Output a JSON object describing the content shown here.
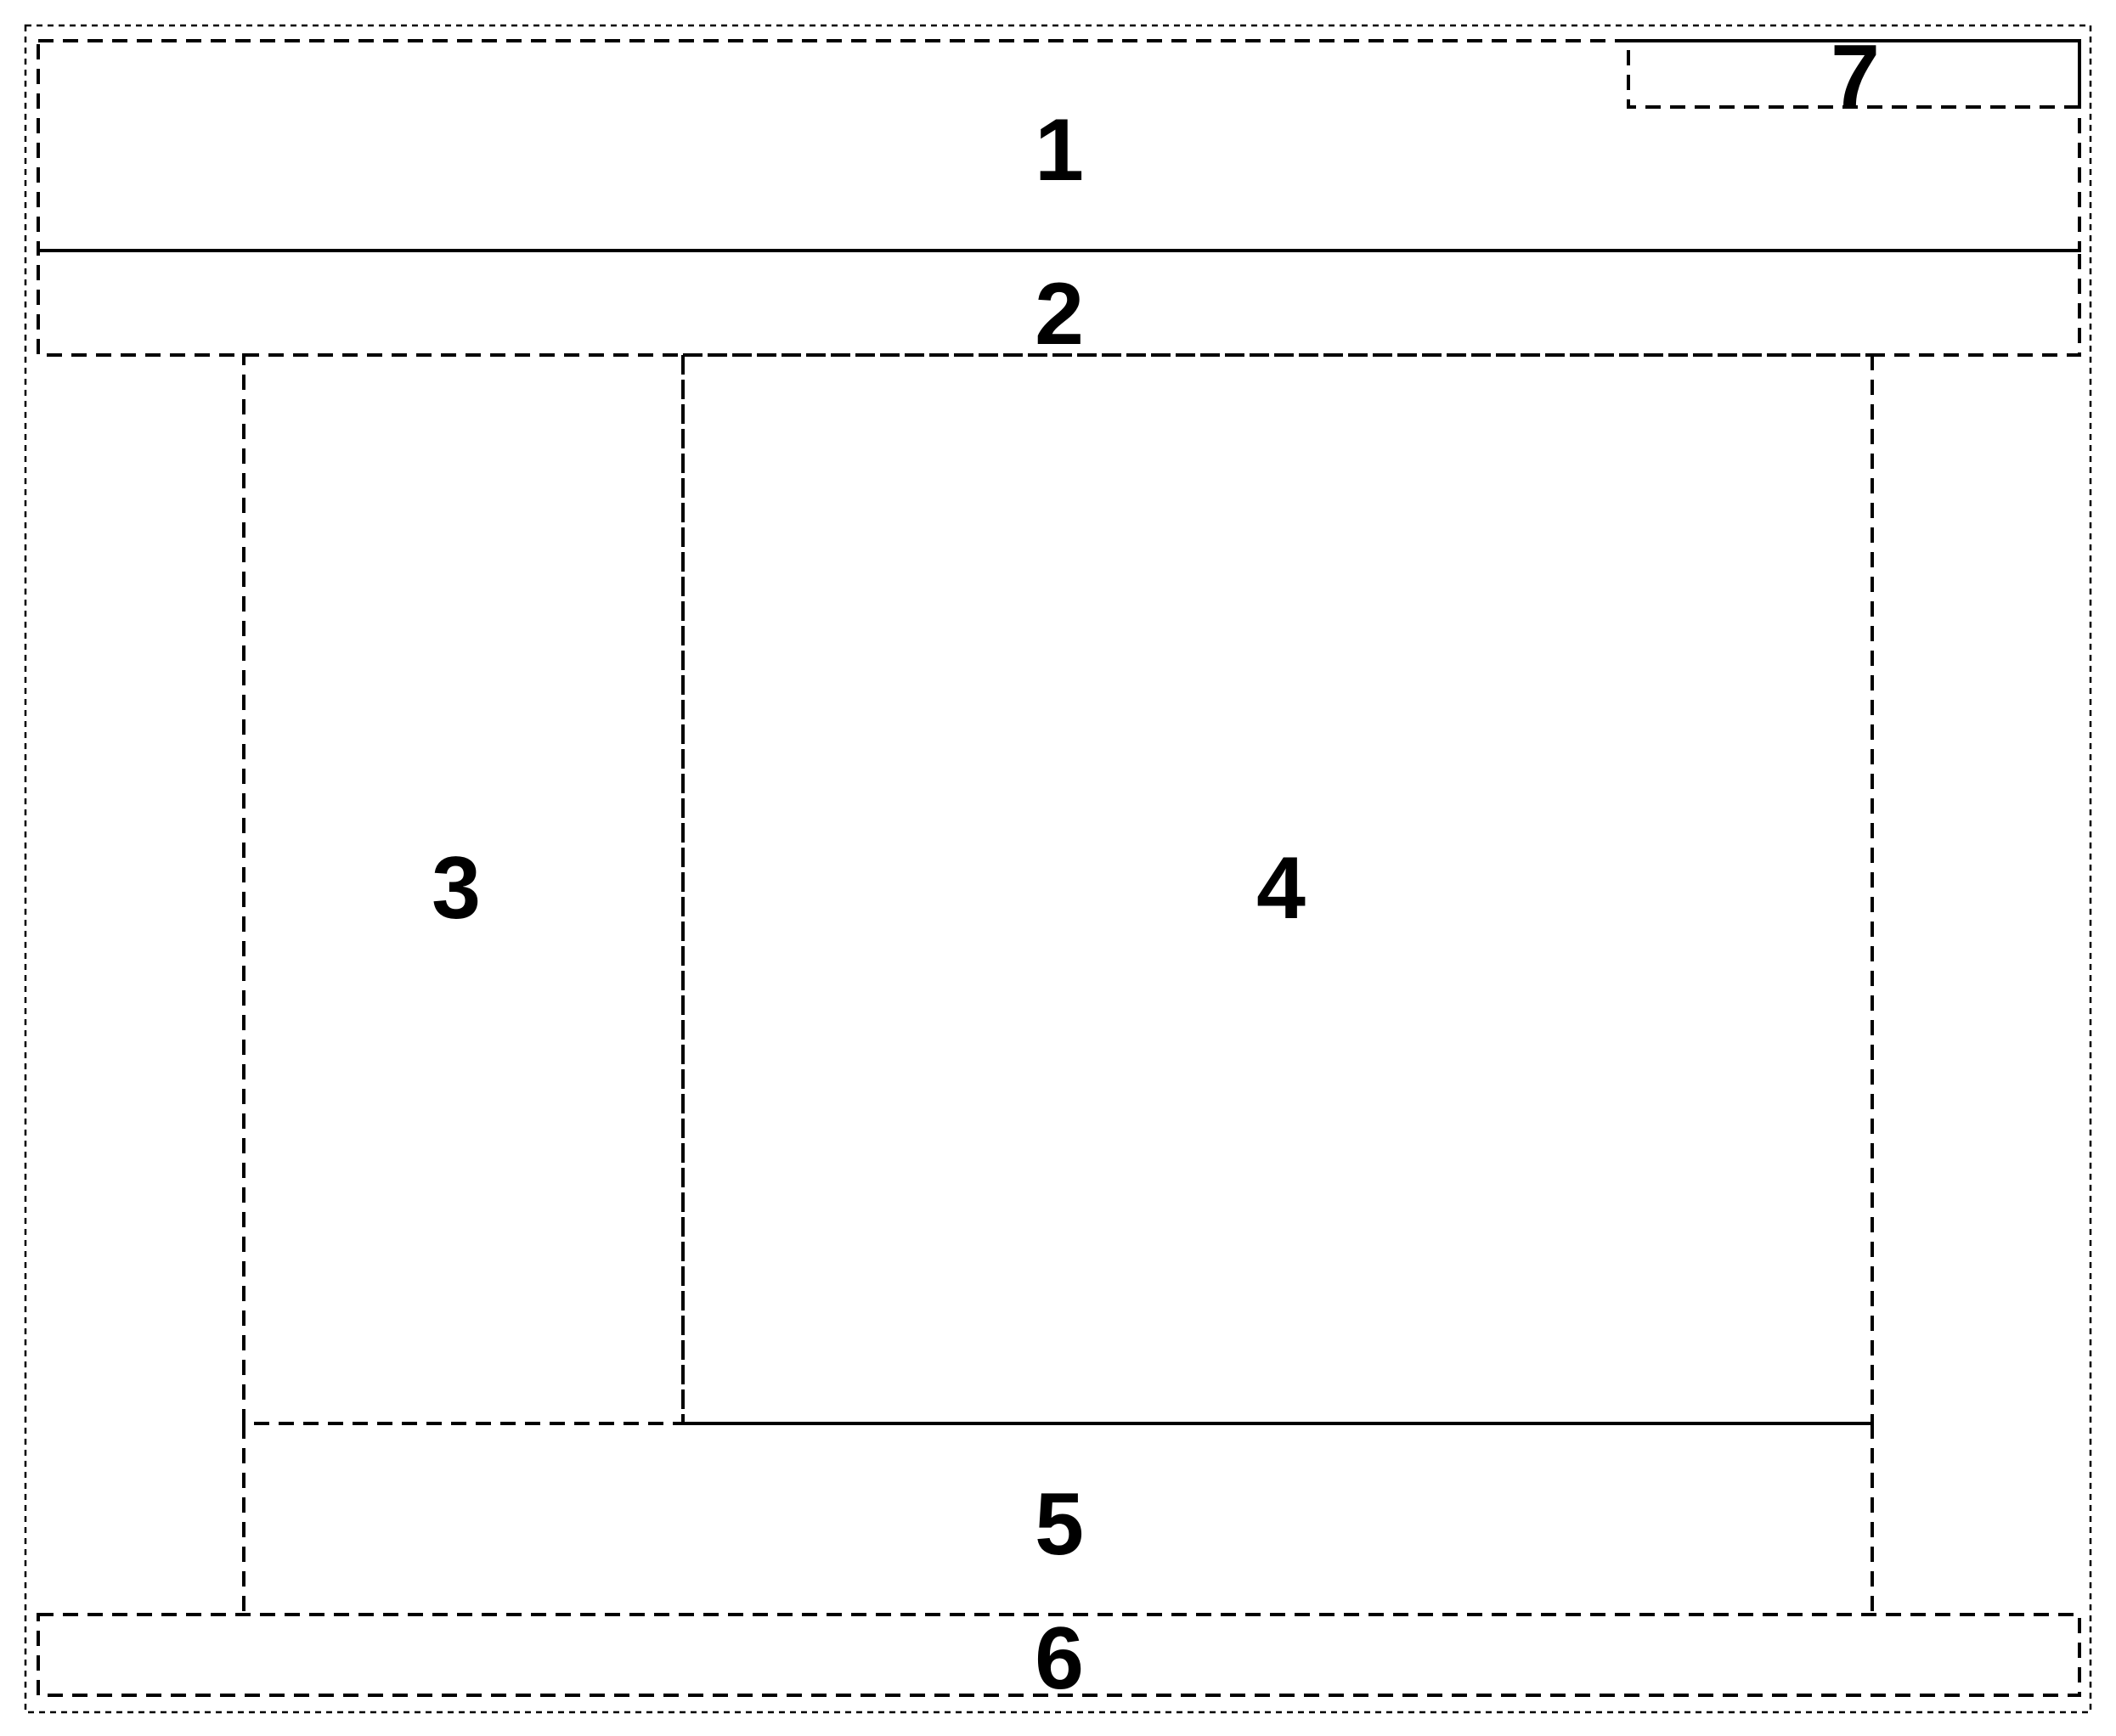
{
  "regions": [
    {
      "id": "region-1",
      "label": "1"
    },
    {
      "id": "region-2",
      "label": "2"
    },
    {
      "id": "region-3",
      "label": "3"
    },
    {
      "id": "region-4",
      "label": "4"
    },
    {
      "id": "region-5",
      "label": "5"
    },
    {
      "id": "region-6",
      "label": "6"
    },
    {
      "id": "region-7",
      "label": "7"
    }
  ]
}
